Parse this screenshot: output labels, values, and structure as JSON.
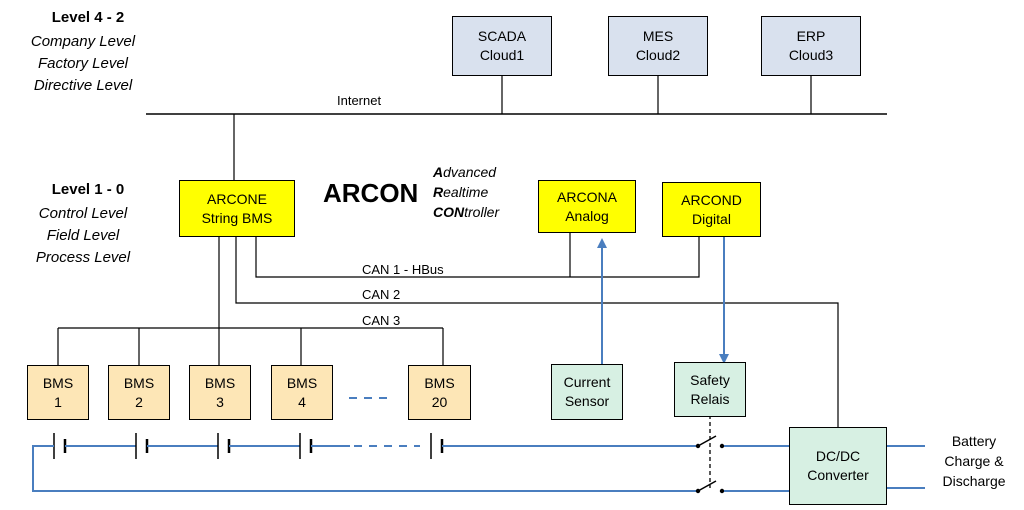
{
  "levels": {
    "upper": {
      "title": "Level 4 - 2",
      "lines": [
        "Company Level",
        "Factory Level",
        "Directive Level"
      ]
    },
    "lower": {
      "title": "Level 1 - 0",
      "lines": [
        "Control Level",
        "Field Level",
        "Process Level"
      ]
    }
  },
  "clouds": [
    {
      "line1": "SCADA",
      "line2": "Cloud1"
    },
    {
      "line1": "MES",
      "line2": "Cloud2"
    },
    {
      "line1": "ERP",
      "line2": "Cloud3"
    }
  ],
  "bus_labels": {
    "internet": "Internet",
    "can1": "CAN 1 - HBus",
    "can2": "CAN 2",
    "can3": "CAN 3"
  },
  "arcone": {
    "line1": "ARCONE",
    "line2": "String BMS"
  },
  "arcon_title": "ARCON",
  "acronym": [
    {
      "initial": "A",
      "rest": "dvanced"
    },
    {
      "initial": "R",
      "rest": "ealtime"
    },
    {
      "initial": "CON",
      "rest": "troller"
    }
  ],
  "arcona": {
    "line1": "ARCONA",
    "line2": "Analog"
  },
  "arcond": {
    "line1": "ARCOND",
    "line2": "Digital"
  },
  "bms_units": [
    {
      "line1": "BMS",
      "line2": "1"
    },
    {
      "line1": "BMS",
      "line2": "2"
    },
    {
      "line1": "BMS",
      "line2": "3"
    },
    {
      "line1": "BMS",
      "line2": "4"
    },
    {
      "line1": "BMS",
      "line2": "20"
    }
  ],
  "current_sensor": {
    "line1": "Current",
    "line2": "Sensor"
  },
  "safety_relais": {
    "line1": "Safety",
    "line2": "Relais"
  },
  "converter": {
    "line1": "DC/DC",
    "line2": "Converter"
  },
  "battery_label": [
    "Battery",
    "Charge &",
    "Discharge"
  ],
  "colors": {
    "cloud_fill": "#d9e1ee",
    "controller_fill": "#ffff00",
    "bms_fill": "#fde6b6",
    "field_fill": "#d7f0e3",
    "power_line": "#4a7ebf",
    "signal_arrow": "#4a7ebf"
  }
}
